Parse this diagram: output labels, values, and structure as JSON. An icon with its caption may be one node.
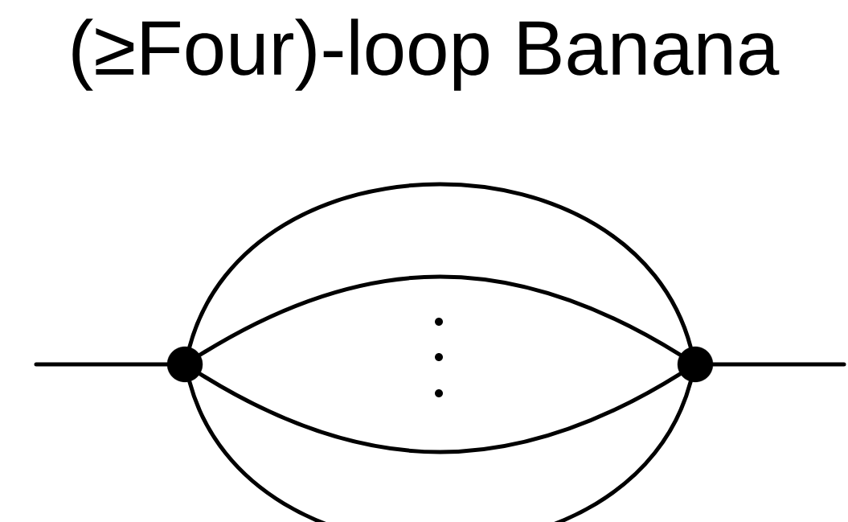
{
  "diagram": {
    "title": "(≥Four)-loop Banana",
    "nodes": [
      {
        "text": [],
        "shape": "circle"
      },
      {
        "text": [],
        "shape": "circle"
      }
    ],
    "edges": [
      {
        "from": null,
        "to": 0,
        "arrow": "none"
      },
      {
        "from": 0,
        "to": 1,
        "arrow": "none"
      },
      {
        "from": 0,
        "to": 1,
        "arrow": "none"
      },
      {
        "from": 0,
        "to": 1,
        "arrow": "none"
      },
      {
        "from": 0,
        "to": 1,
        "arrow": "none"
      },
      {
        "from": 1,
        "to": null,
        "arrow": "none"
      }
    ]
  }
}
